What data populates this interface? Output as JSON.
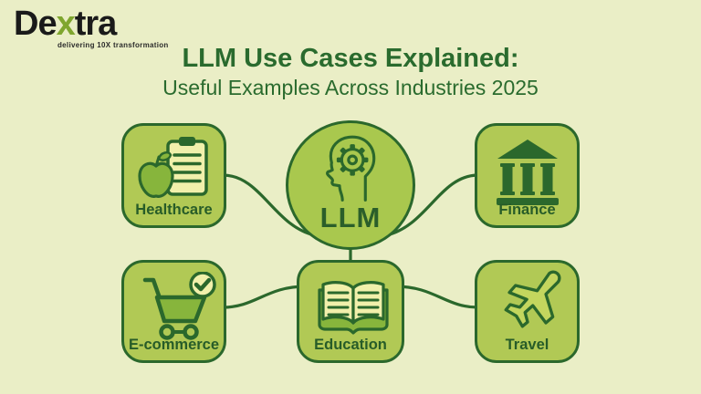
{
  "brand": {
    "logo_prefix": "De",
    "logo_accent": "x",
    "logo_suffix": "tra",
    "tagline": "delivering 10X transformation"
  },
  "header": {
    "title": "LLM Use Cases Explained:",
    "subtitle": "Useful Examples Across Industries 2025"
  },
  "center": {
    "label": "LLM",
    "icon": "head-gear-icon"
  },
  "nodes": [
    {
      "id": "healthcare",
      "label": "Healthcare",
      "icon": "apple-clipboard-icon"
    },
    {
      "id": "finance",
      "label": "Finance",
      "icon": "bank-icon"
    },
    {
      "id": "ecommerce",
      "label": "E-commerce",
      "icon": "shopping-cart-check-icon"
    },
    {
      "id": "education",
      "label": "Education",
      "icon": "open-book-icon"
    },
    {
      "id": "travel",
      "label": "Travel",
      "icon": "airplane-icon"
    }
  ],
  "edges": [
    {
      "from": "healthcare",
      "to": "llm"
    },
    {
      "from": "finance",
      "to": "llm"
    },
    {
      "from": "education",
      "to": "llm"
    },
    {
      "from": "ecommerce",
      "to": "education"
    },
    {
      "from": "travel",
      "to": "education"
    }
  ],
  "colors": {
    "background": "#eaeec6",
    "panel_fill": "#b1c955",
    "circle_fill": "#a9c84e",
    "outline_dark_green": "#2b682c",
    "title_green": "#2a6b2e",
    "icon_paper_yellow": "#f1f0ab",
    "icon_green": "#87b53c",
    "plane_fill": "#c3d65e",
    "logo_black": "#1a1a1a",
    "logo_accent_green": "#7fa62e"
  }
}
